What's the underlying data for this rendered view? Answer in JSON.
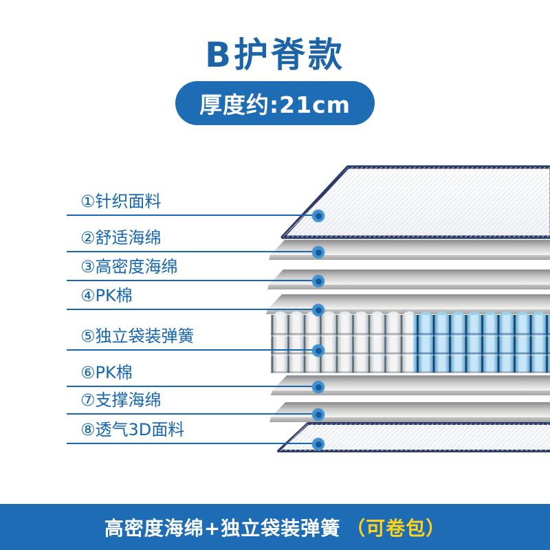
{
  "title": "B护脊款",
  "badge": {
    "label": "厚度约:21cm"
  },
  "diagram": {
    "description": "mattress exploded layer view",
    "layers": [
      {
        "num": "①",
        "name": "针织面料"
      },
      {
        "num": "②",
        "name": "舒适海绵"
      },
      {
        "num": "③",
        "name": "高密度海绵"
      },
      {
        "num": "④",
        "name": "PK棉"
      },
      {
        "num": "⑤",
        "name": "独立袋装弹簧"
      },
      {
        "num": "⑥",
        "name": "PK棉"
      },
      {
        "num": "⑦",
        "name": "支撑海绵"
      },
      {
        "num": "⑧",
        "name": "透气3D面料"
      }
    ]
  },
  "footer": {
    "main": "高密度海绵+独立袋装弹簧",
    "highlight": "（可卷包）"
  },
  "colors": {
    "accent_blue": "#1e6cb3",
    "label_blue": "#1565b0",
    "title_blue": "#1c63a8",
    "navy_border": "#2e3a66",
    "highlight_yellow": "#ffd21e",
    "springs_blue": "#9bcfec",
    "springs_white": "#f3f4f3"
  }
}
